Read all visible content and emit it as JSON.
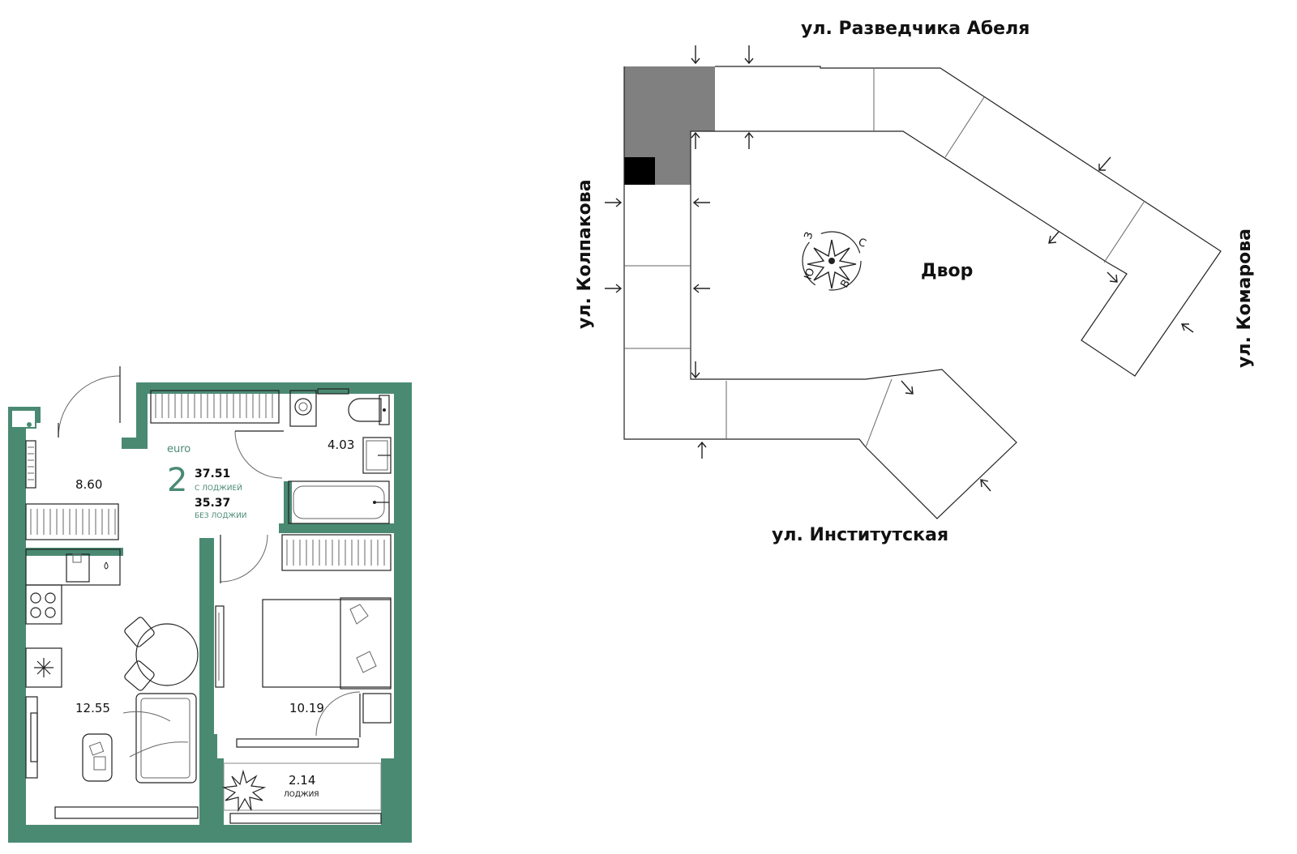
{
  "apartment": {
    "type_label": "euro",
    "rooms": "2",
    "area_with_loggia": "37.51",
    "with_loggia_label": "С ЛОДЖИЕЙ",
    "area_without_loggia": "35.37",
    "without_loggia_label": "БЕЗ ЛОДЖИИ",
    "rooms_areas": {
      "hall": "8.60",
      "bathroom": "4.03",
      "kitchen_living": "12.55",
      "bedroom": "10.19",
      "loggia": "2.14",
      "loggia_label": "ЛОДЖИЯ"
    }
  },
  "site": {
    "streets": {
      "north": "ул. Разведчика Абеля",
      "west": "ул. Колпакова",
      "east": "ул. Комарова",
      "south": "ул. Институтская"
    },
    "courtyard": "Двор",
    "compass": {
      "n": "С",
      "s": "Ю",
      "e": "В",
      "w": "З"
    }
  },
  "colors": {
    "wall": "#4a8a73",
    "section_highlight": "#808080",
    "apartment_marker": "#000000"
  }
}
